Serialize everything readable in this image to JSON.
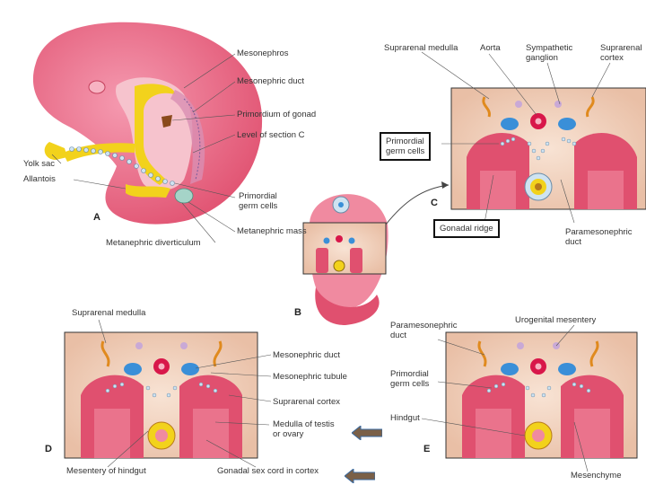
{
  "panels": {
    "a": "A",
    "b": "B",
    "c": "C",
    "d": "D",
    "e": "E"
  },
  "panel_a": {
    "mesonephros": "Mesonephros",
    "mesonephric_duct": "Mesonephric duct",
    "primordium_gonad": "Primordium of gonad",
    "level_section_c": "Level of section C",
    "yolk_sac": "Yolk sac",
    "allantois": "Allantois",
    "primordial_germ_cells": "Primordial\ngerm cells",
    "metanephric_mass": "Metanephric mass",
    "metanephric_diverticulum": "Metanephric diverticulum"
  },
  "panel_c": {
    "suprarenal_medulla": "Suprarenal medulla",
    "aorta": "Aorta",
    "sympathetic_ganglion": "Sympathetic\nganglion",
    "suprarenal_cortex": "Suprarenal\ncortex",
    "primordial_germ_cells": "Primordial\ngerm cells",
    "gonadal_ridge": "Gonadal ridge",
    "paramesonephric_duct": "Paramesonephric\nduct"
  },
  "panel_d": {
    "suprarenal_medulla": "Suprarenal medulla",
    "mesonephric_duct": "Mesonephric duct",
    "mesonephric_tubule": "Mesonephric tubule",
    "suprarenal_cortex": "Suprarenal cortex",
    "medulla_testis": "Medulla of testis\nor ovary",
    "mesentery_hindgut": "Mesentery of hindgut",
    "gonadal_sex_cord": "Gonadal sex cord in cortex"
  },
  "panel_e": {
    "paramesonephric_duct": "Paramesonephric\nduct",
    "urogenital_mesentery": "Urogenital mesentery",
    "primordial_germ_cells": "Primordial\ngerm cells",
    "hindgut": "Hindgut",
    "mesenchyme": "Mesenchyme"
  },
  "colors": {
    "tissue_pink": "#e8607e",
    "tissue_light": "#f3c9b8",
    "yellow": "#f2d21c",
    "blue": "#3a8fd8",
    "red": "#d8174a",
    "orange": "#e08a1e"
  }
}
